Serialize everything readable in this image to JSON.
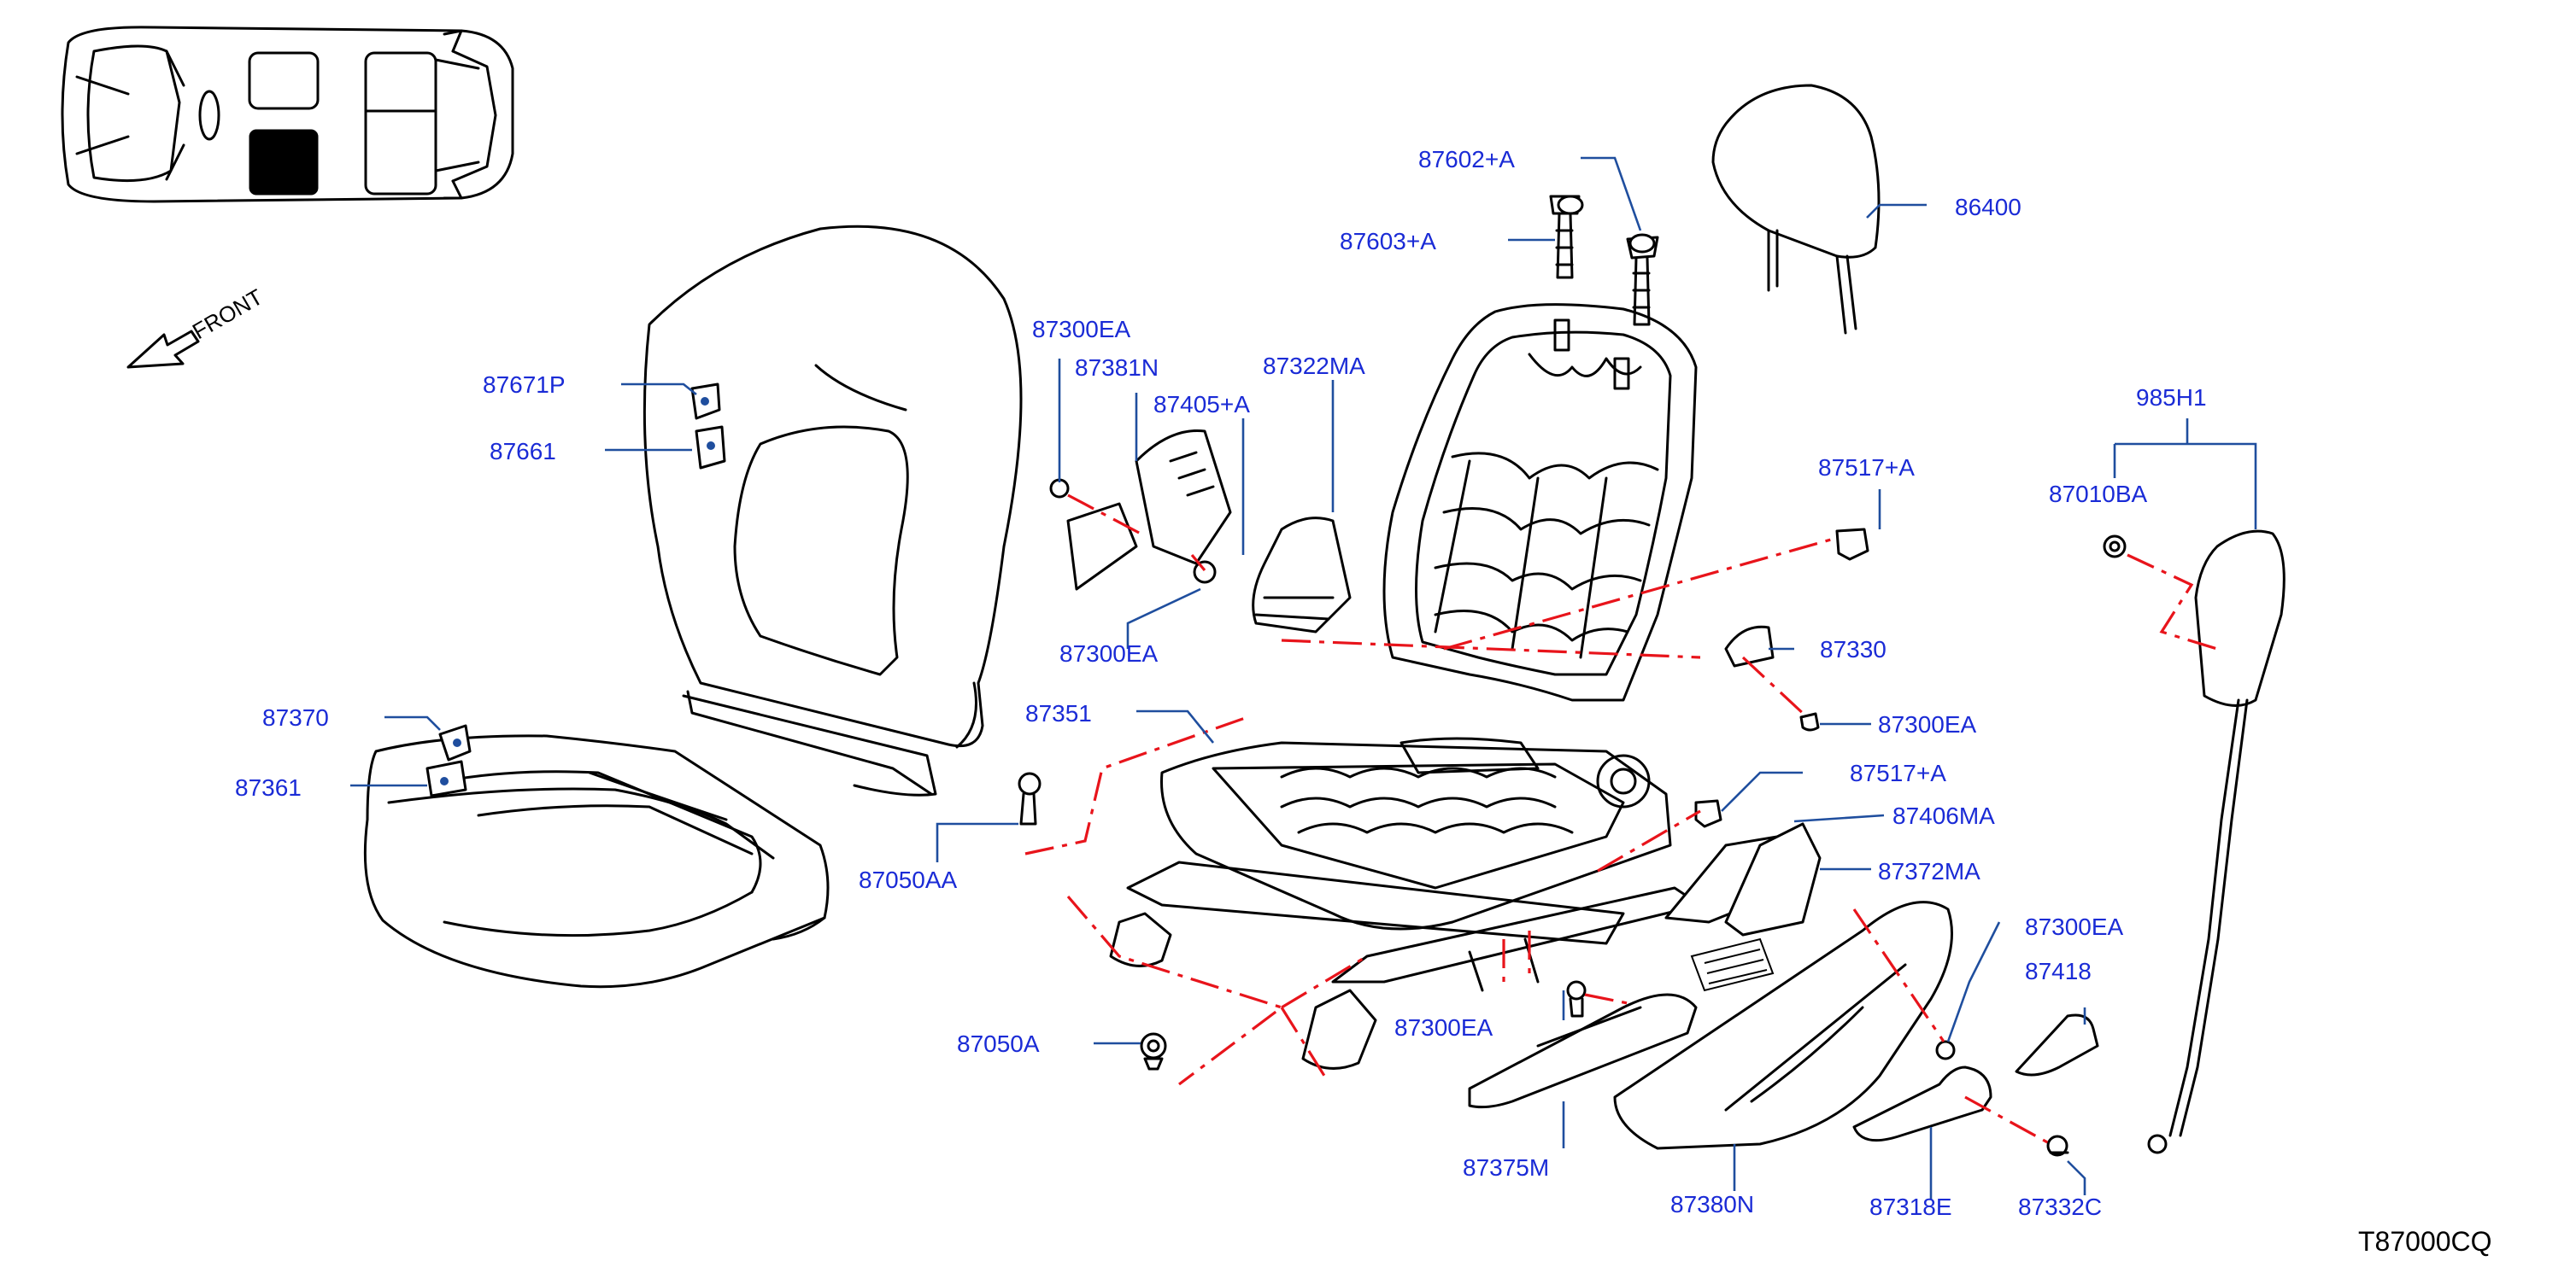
{
  "orientation": {
    "label": "FRONT"
  },
  "diagram_code": "T87000CQ",
  "callouts": {
    "c87671P": "87671P",
    "c87661": "87661",
    "c87370": "87370",
    "c87361": "87361",
    "c87300EA_top": "87300EA",
    "c87381N": "87381N",
    "c87405A": "87405+A",
    "c87322MA": "87322MA",
    "c87300_partial": "87300EA",
    "c87351": "87351",
    "c87050AA": "87050AA",
    "c87050A": "87050A",
    "c87602A": "87602+A",
    "c87603A": "87603+A",
    "c86400": "86400",
    "c87517A_top": "87517+A",
    "c87330": "87330",
    "c87300EA_right": "87300EA",
    "c87517A_mid": "87517+A",
    "c87406MA": "87406MA",
    "c87372MA": "87372MA",
    "c87300EA_bottom": "87300EA",
    "c87375M": "87375M",
    "c87380N": "87380N",
    "c87318E": "87318E",
    "c87332C": "87332C",
    "c985H1": "985H1",
    "c87010BA": "87010BA",
    "c87300EA_far": "87300EA",
    "c87418": "87418"
  }
}
